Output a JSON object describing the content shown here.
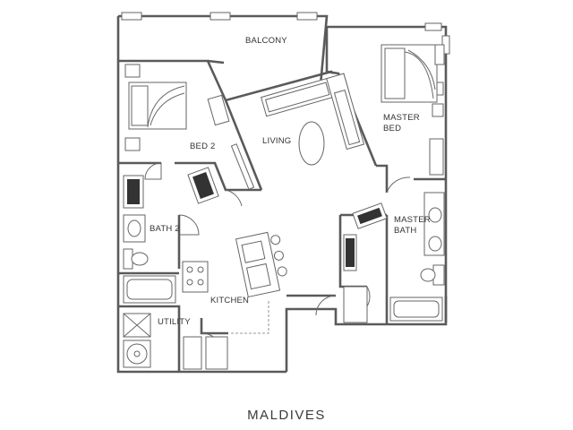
{
  "plan": {
    "title": "MALDIVES",
    "rooms": {
      "balcony": "BALCONY",
      "master_bed_line1": "MASTER",
      "master_bed_line2": "BED",
      "living": "LIVING",
      "bed2": "BED 2",
      "master_bath_line1": "MASTER",
      "master_bath_line2": "BATH",
      "bath2": "BATH 2",
      "kitchen": "KITCHEN",
      "utility": "UTILITY"
    }
  }
}
